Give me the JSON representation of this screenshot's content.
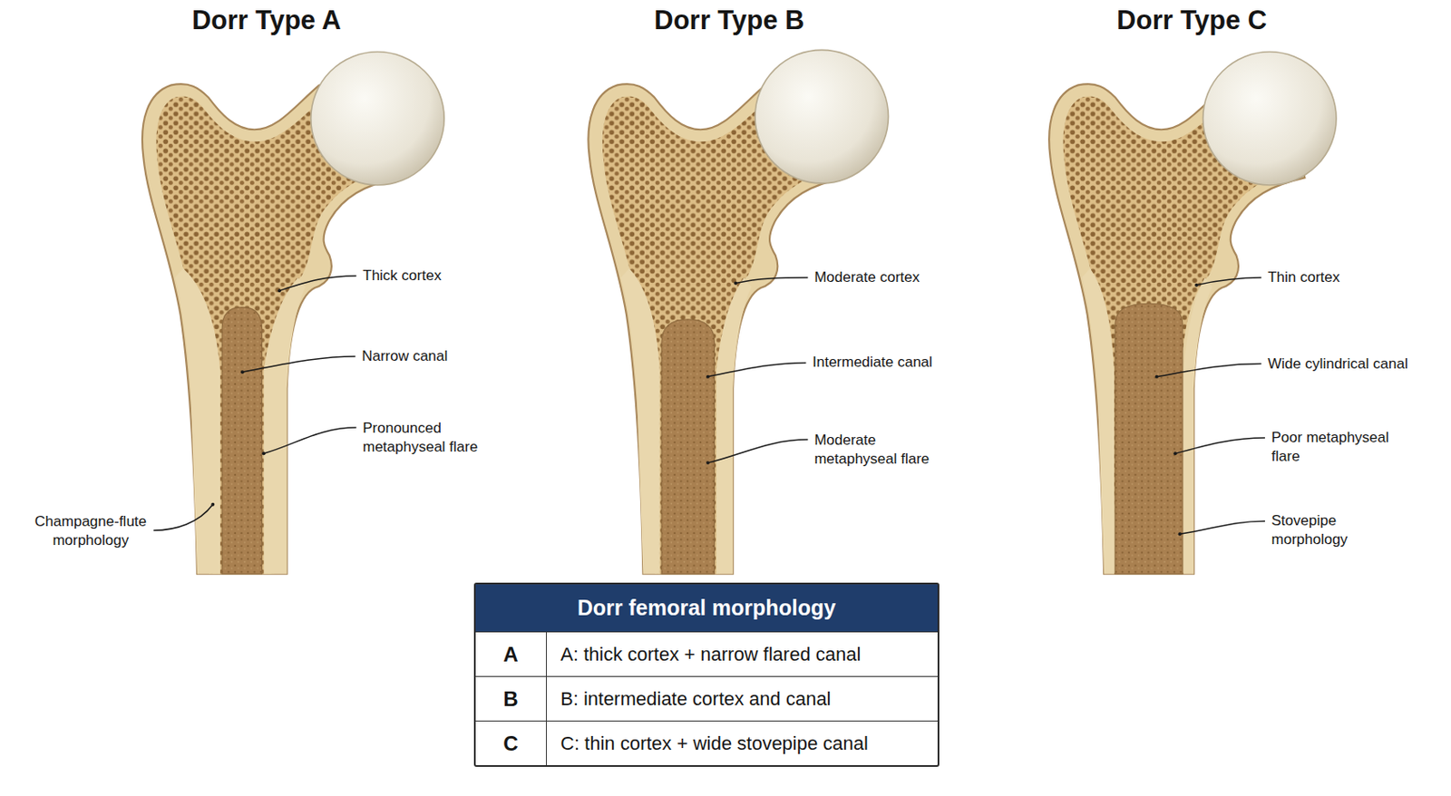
{
  "diagram": {
    "nodes": [
      {
        "text": [
          "Dorr femoral morphology"
        ]
      }
    ],
    "labels": [
      "Dorr Type A",
      "Thick cortex",
      "Narrow canal",
      "Pronounced metaphyseal flare",
      "Champagne-flute morphology",
      "Dorr Type B",
      "Moderate cortex",
      "Intermediate canal",
      "Moderate metaphyseal flare",
      "Dorr Type C",
      "Thin cortex",
      "Wide cylindrical canal",
      "Poor metaphyseal flare",
      "Stovepipe morphology",
      "A",
      "A: thick cortex + narrow flared canal",
      "B",
      "B: intermediate cortex and canal",
      "C",
      "C: thin cortex + wide stovepipe canal"
    ]
  }
}
